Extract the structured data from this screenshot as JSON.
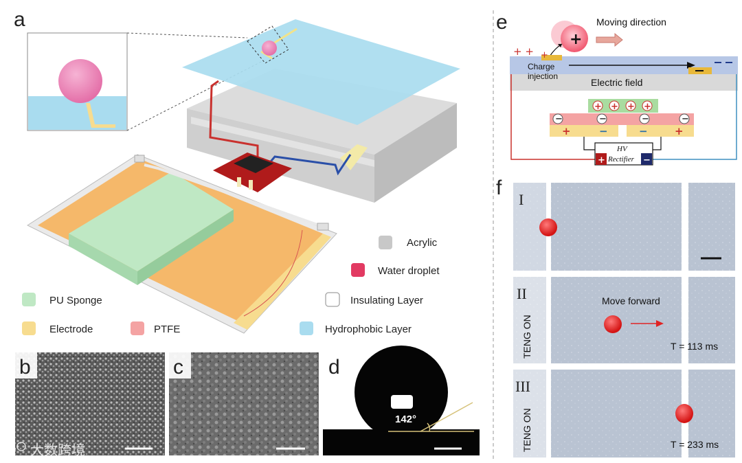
{
  "panels": {
    "a": "a",
    "b": "b",
    "c": "c",
    "d": "d",
    "e": "e",
    "f": "f"
  },
  "legend": {
    "acrylic": "Acrylic",
    "water_droplet": "Water droplet",
    "pu_sponge": "PU Sponge",
    "insulating_layer": "Insulating Layer",
    "electrode": "Electrode",
    "ptfe": "PTFE",
    "hydrophobic_layer": "Hydrophobic Layer"
  },
  "legend_colors": {
    "acrylic": "#c8c8c8",
    "water_droplet": "#e23a62",
    "pu_sponge": "#bfe8c4",
    "insulating_layer": "#ffffff",
    "electrode": "#f7dc8f",
    "ptfe": "#f4a3a3",
    "hydrophobic_layer": "#a9dcef"
  },
  "panel_d": {
    "angle": "142°"
  },
  "panel_e": {
    "moving_direction": "Moving direction",
    "charge_injection_1": "Charge",
    "charge_injection_2": "injection",
    "electric_field": "Electric field",
    "hv": "HV",
    "rectifier": "Rectifier",
    "plus": "+",
    "minus": "−"
  },
  "panel_f": {
    "rows": [
      {
        "roman": "I",
        "side": "",
        "caption": "",
        "time": ""
      },
      {
        "roman": "II",
        "side": "TENG ON",
        "caption": "Move forward",
        "time": "T = 113 ms"
      },
      {
        "roman": "III",
        "side": "TENG ON",
        "caption": "",
        "time": "T = 233 ms"
      }
    ]
  },
  "watermark": "大数跨境"
}
